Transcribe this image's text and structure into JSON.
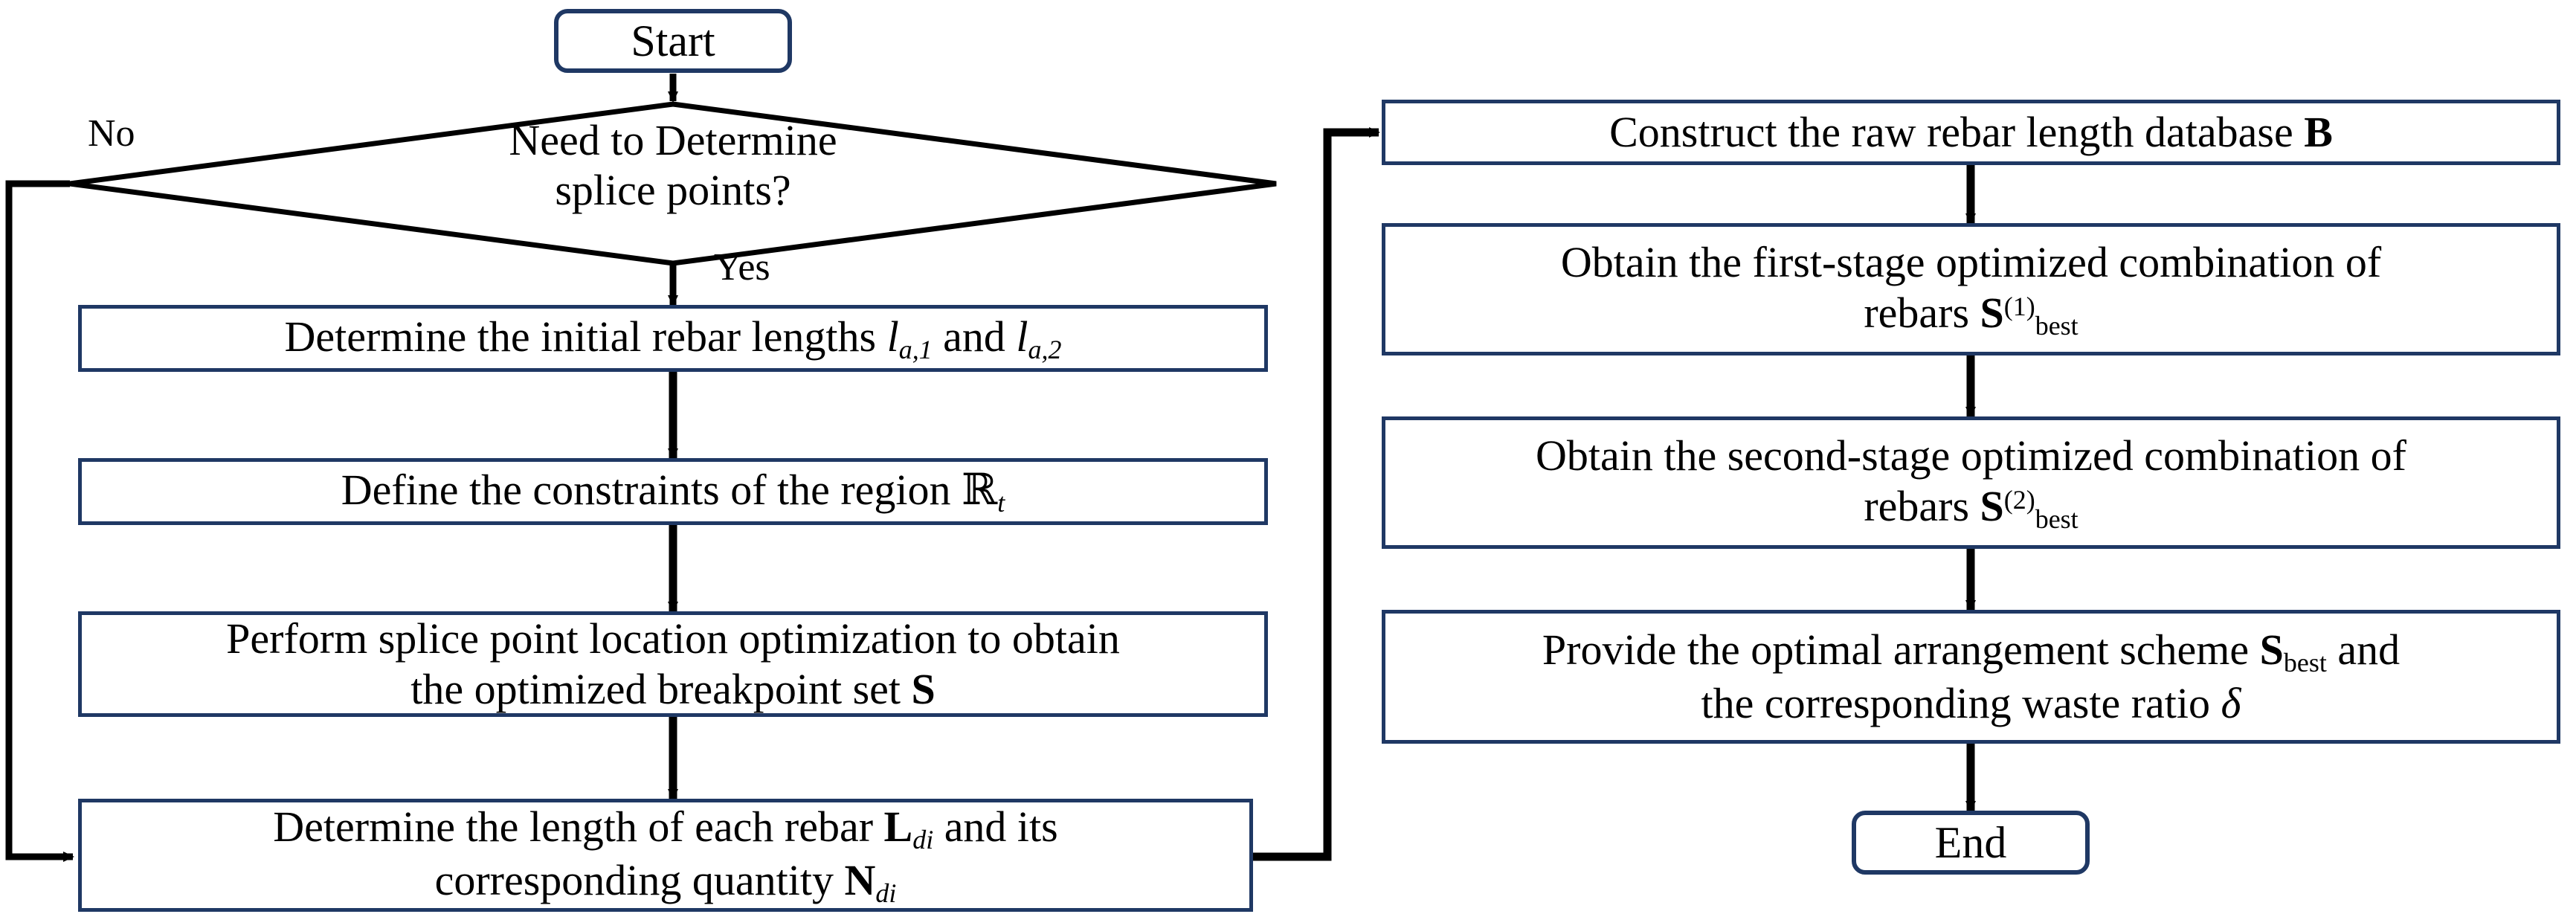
{
  "diagram": {
    "title": "Rebar splice point optimization flowchart",
    "accent_color": "#1F3864",
    "line_color": "#000000",
    "background": "#ffffff"
  },
  "nodes": {
    "start": {
      "label": "Start",
      "shape": "terminal"
    },
    "decision": {
      "line1": "Need to Determine",
      "line2": "splice points?",
      "shape": "diamond"
    },
    "initial_lengths": {
      "prefix": "Determine the initial rebar lengths ",
      "var1": "l",
      "sub1": "a,1",
      "mid": " and ",
      "var2": "l",
      "sub2": "a,2",
      "shape": "process"
    },
    "constraints": {
      "prefix": "Define the constraints of the region ",
      "var1": "ℝ",
      "sub1": "t",
      "shape": "process"
    },
    "splice_opt": {
      "line1": "Perform splice point location optimization to obtain",
      "line2_prefix": "the optimized breakpoint set ",
      "line2_var": "S",
      "shape": "process"
    },
    "rebar_length": {
      "line1_prefix": "Determine the length of each rebar ",
      "line1_var": "L",
      "line1_sub": "di",
      "line1_suffix": " and its",
      "line2_prefix": "corresponding quantity ",
      "line2_var": "N",
      "line2_sub": "di",
      "shape": "process"
    },
    "database": {
      "prefix": "Construct the raw rebar length database ",
      "var1": "B",
      "shape": "process"
    },
    "first_stage": {
      "line1": "Obtain the first-stage optimized combination of",
      "line2_prefix": "rebars ",
      "line2_var": "S",
      "line2_sup": "(1)",
      "line2_sub": "best",
      "shape": "process"
    },
    "second_stage": {
      "line1": "Obtain the second-stage optimized combination of",
      "line2_prefix": "rebars  ",
      "line2_var": "S",
      "line2_sup": "(2)",
      "line2_sub": "best",
      "shape": "process"
    },
    "provide": {
      "line1_prefix": "Provide the optimal arrangement scheme ",
      "line1_var": "S",
      "line1_sub": "best",
      "line1_suffix": " and",
      "line2_prefix": "the corresponding waste ratio ",
      "line2_var": "δ",
      "shape": "process"
    },
    "end": {
      "label": "End",
      "shape": "terminal"
    }
  },
  "edge_labels": {
    "no": "No",
    "yes": "Yes"
  }
}
